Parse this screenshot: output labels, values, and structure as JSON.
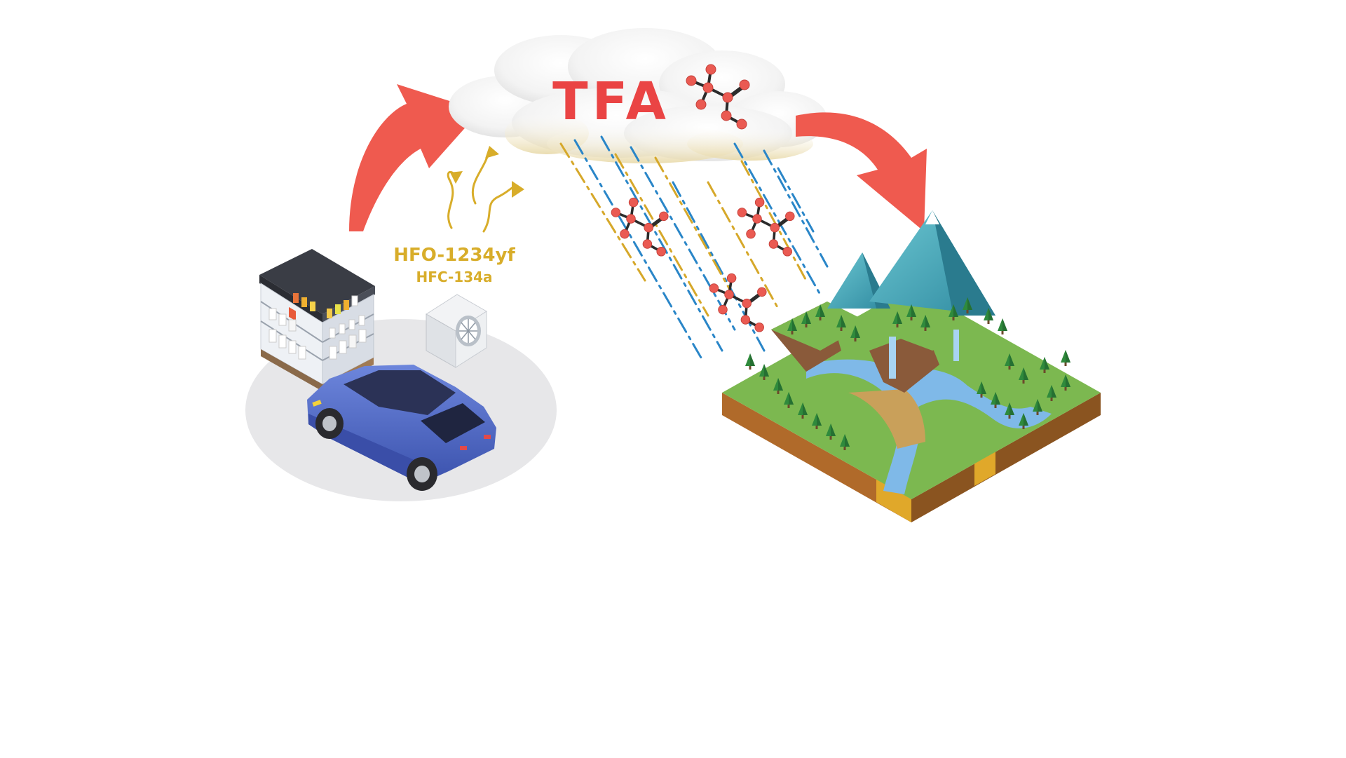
{
  "cloud": {
    "label": "TFA"
  },
  "emissions": {
    "primary_label": "HFO-1234yf",
    "secondary_label": "HFC-134a"
  },
  "colors": {
    "arrow": "#ef5a4f",
    "tfa_text": "#ea4444",
    "emission_text": "#d8ad2a",
    "rain_blue": "#2a86c8",
    "rain_gold": "#d6a82a",
    "molecule_atom": "#ea5a52",
    "molecule_bond": "#2b2b2b",
    "car": "#4a63c4",
    "ground_shadow": "#e7e7e9",
    "grass": "#7cb850",
    "soil": "#b06a2a",
    "water": "#7fb9e8",
    "mountain": "#3fa4b5"
  },
  "icons": {
    "fridge": "refrigerated-display-case-icon",
    "ac": "air-conditioner-unit-icon",
    "car": "car-icon",
    "landscape": "landscape-block-icon",
    "molecule": "tfa-molecule-icon",
    "cloud": "cloud-icon"
  }
}
